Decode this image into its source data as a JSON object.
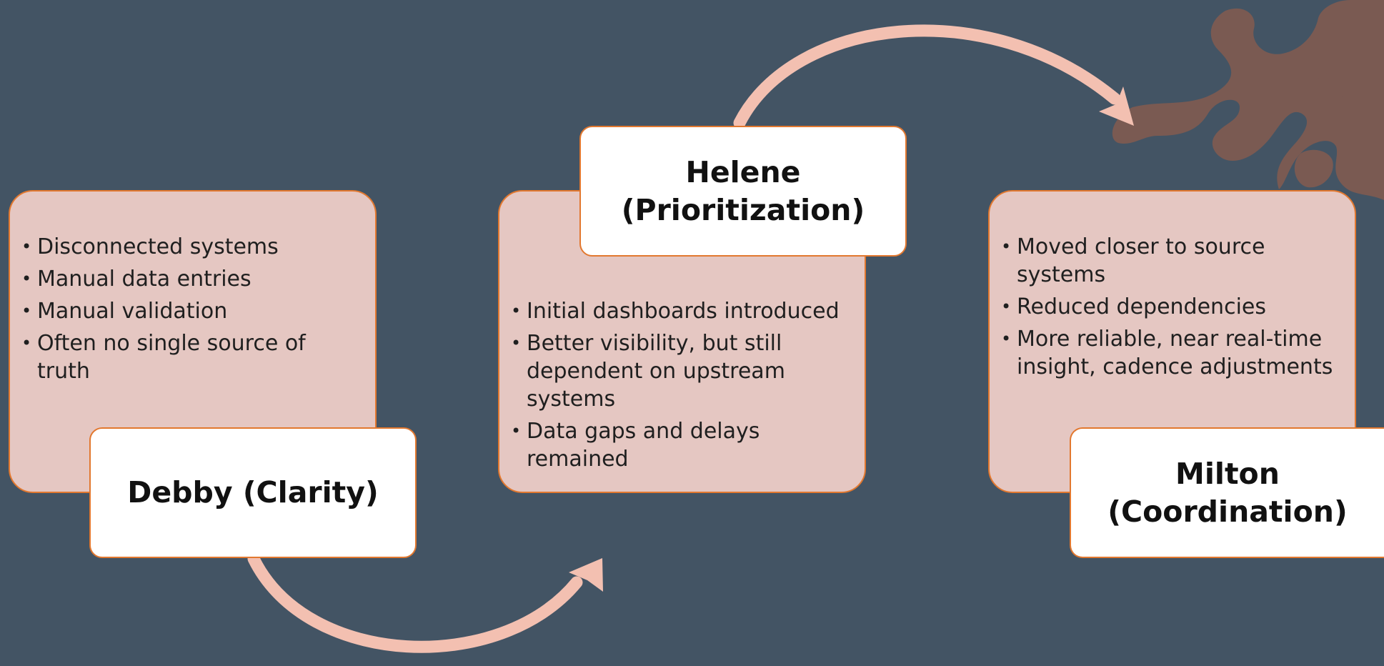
{
  "colors": {
    "background": "#435464",
    "box_fill": "#e5c7c2",
    "box_border": "#e2782f",
    "title_fill": "#ffffff",
    "arrow": "#f3c0b1",
    "decor_shape": "#7a5a52"
  },
  "stages": [
    {
      "title": "Debby (Clarity)",
      "bullets": [
        "Disconnected systems",
        "Manual data entries",
        "Manual validation",
        "Often no single source of truth"
      ]
    },
    {
      "title": "Helene\n(Prioritization)",
      "bullets": [
        "Initial dashboards introduced",
        "Better visibility, but still dependent on upstream systems",
        "Data gaps and delays remained"
      ]
    },
    {
      "title": "Milton\n(Coordination)",
      "bullets": [
        "Moved closer to source systems",
        "Reduced dependencies",
        "More reliable, near real-time insight, cadence adjustments"
      ]
    }
  ]
}
